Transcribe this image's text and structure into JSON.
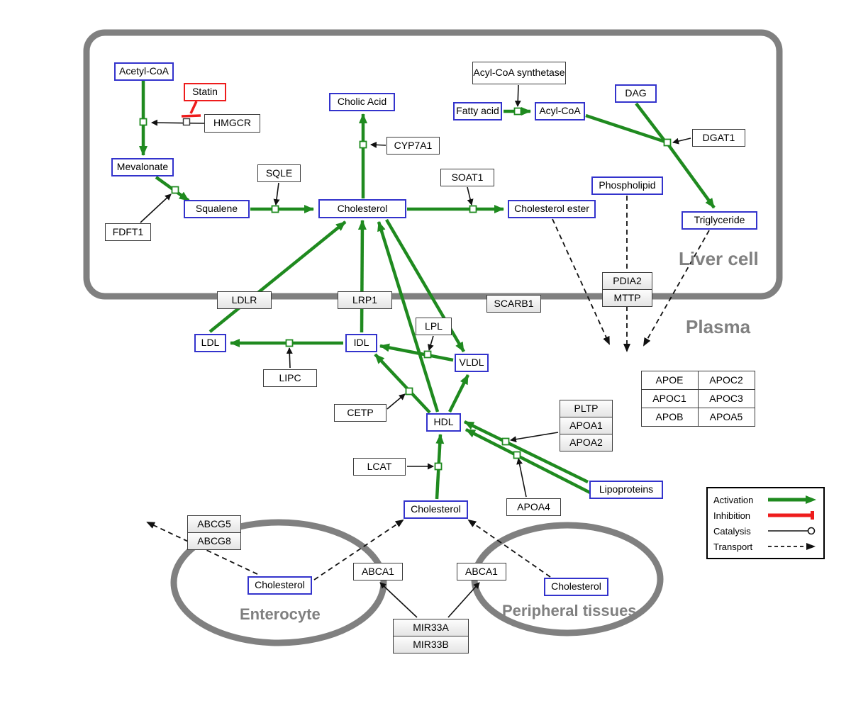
{
  "compartments": {
    "liver_cell": "Liver cell",
    "plasma": "Plasma",
    "enterocyte": "Enterocyte",
    "peripheral_tissues": "Peripheral tissues"
  },
  "nodes": {
    "acetyl_coa": "Acetyl-CoA",
    "statin": "Statin",
    "hmgcr": "HMGCR",
    "mevalonate": "Mevalonate",
    "cholic_acid": "Cholic Acid",
    "cyp7a1": "CYP7A1",
    "sqle": "SQLE",
    "squalene": "Squalene",
    "fdft1": "FDFT1",
    "cholesterol_liver": "Cholesterol",
    "soat1": "SOAT1",
    "cholesterol_ester": "Cholesterol ester",
    "acyl_coa_synthetase": "Acyl-CoA synthetase",
    "fatty_acid": "Fatty acid",
    "acyl_coa": "Acyl-CoA",
    "dag": "DAG",
    "dgat1": "DGAT1",
    "phospholipid": "Phospholipid",
    "triglyceride": "Triglyceride",
    "ldlr": "LDLR",
    "lrp1": "LRP1",
    "scarb1": "SCARB1",
    "pdia2": "PDIA2",
    "mttp": "MTTP",
    "ldl": "LDL",
    "idl": "IDL",
    "lipc": "LIPC",
    "lpl": "LPL",
    "vldl": "VLDL",
    "cetp": "CETP",
    "hdl": "HDL",
    "pltp": "PLTP",
    "apoa1": "APOA1",
    "apoa2": "APOA2",
    "lcat": "LCAT",
    "apoa4": "APOA4",
    "lipoproteins": "Lipoproteins",
    "cholesterol_plasma": "Cholesterol",
    "abcg5": "ABCG5",
    "abcg8": "ABCG8",
    "cholesterol_enterocyte": "Cholesterol",
    "abca1_enterocyte": "ABCA1",
    "abca1_peripheral": "ABCA1",
    "cholesterol_peripheral": "Cholesterol",
    "mir33a": "MIR33A",
    "mir33b": "MIR33B"
  },
  "apo_table": [
    [
      "APOE",
      "APOC2"
    ],
    [
      "APOC1",
      "APOC3"
    ],
    [
      "APOB",
      "APOA5"
    ]
  ],
  "legend": {
    "activation": "Activation",
    "inhibition": "Inhibition",
    "catalysis": "Catalysis",
    "transport": "Transport"
  },
  "colors": {
    "activation_green": "#1f8a1f",
    "inhibition_red": "#ee1c1c",
    "metabolite_blue": "#3333cc",
    "compartment_gray": "#808080"
  }
}
